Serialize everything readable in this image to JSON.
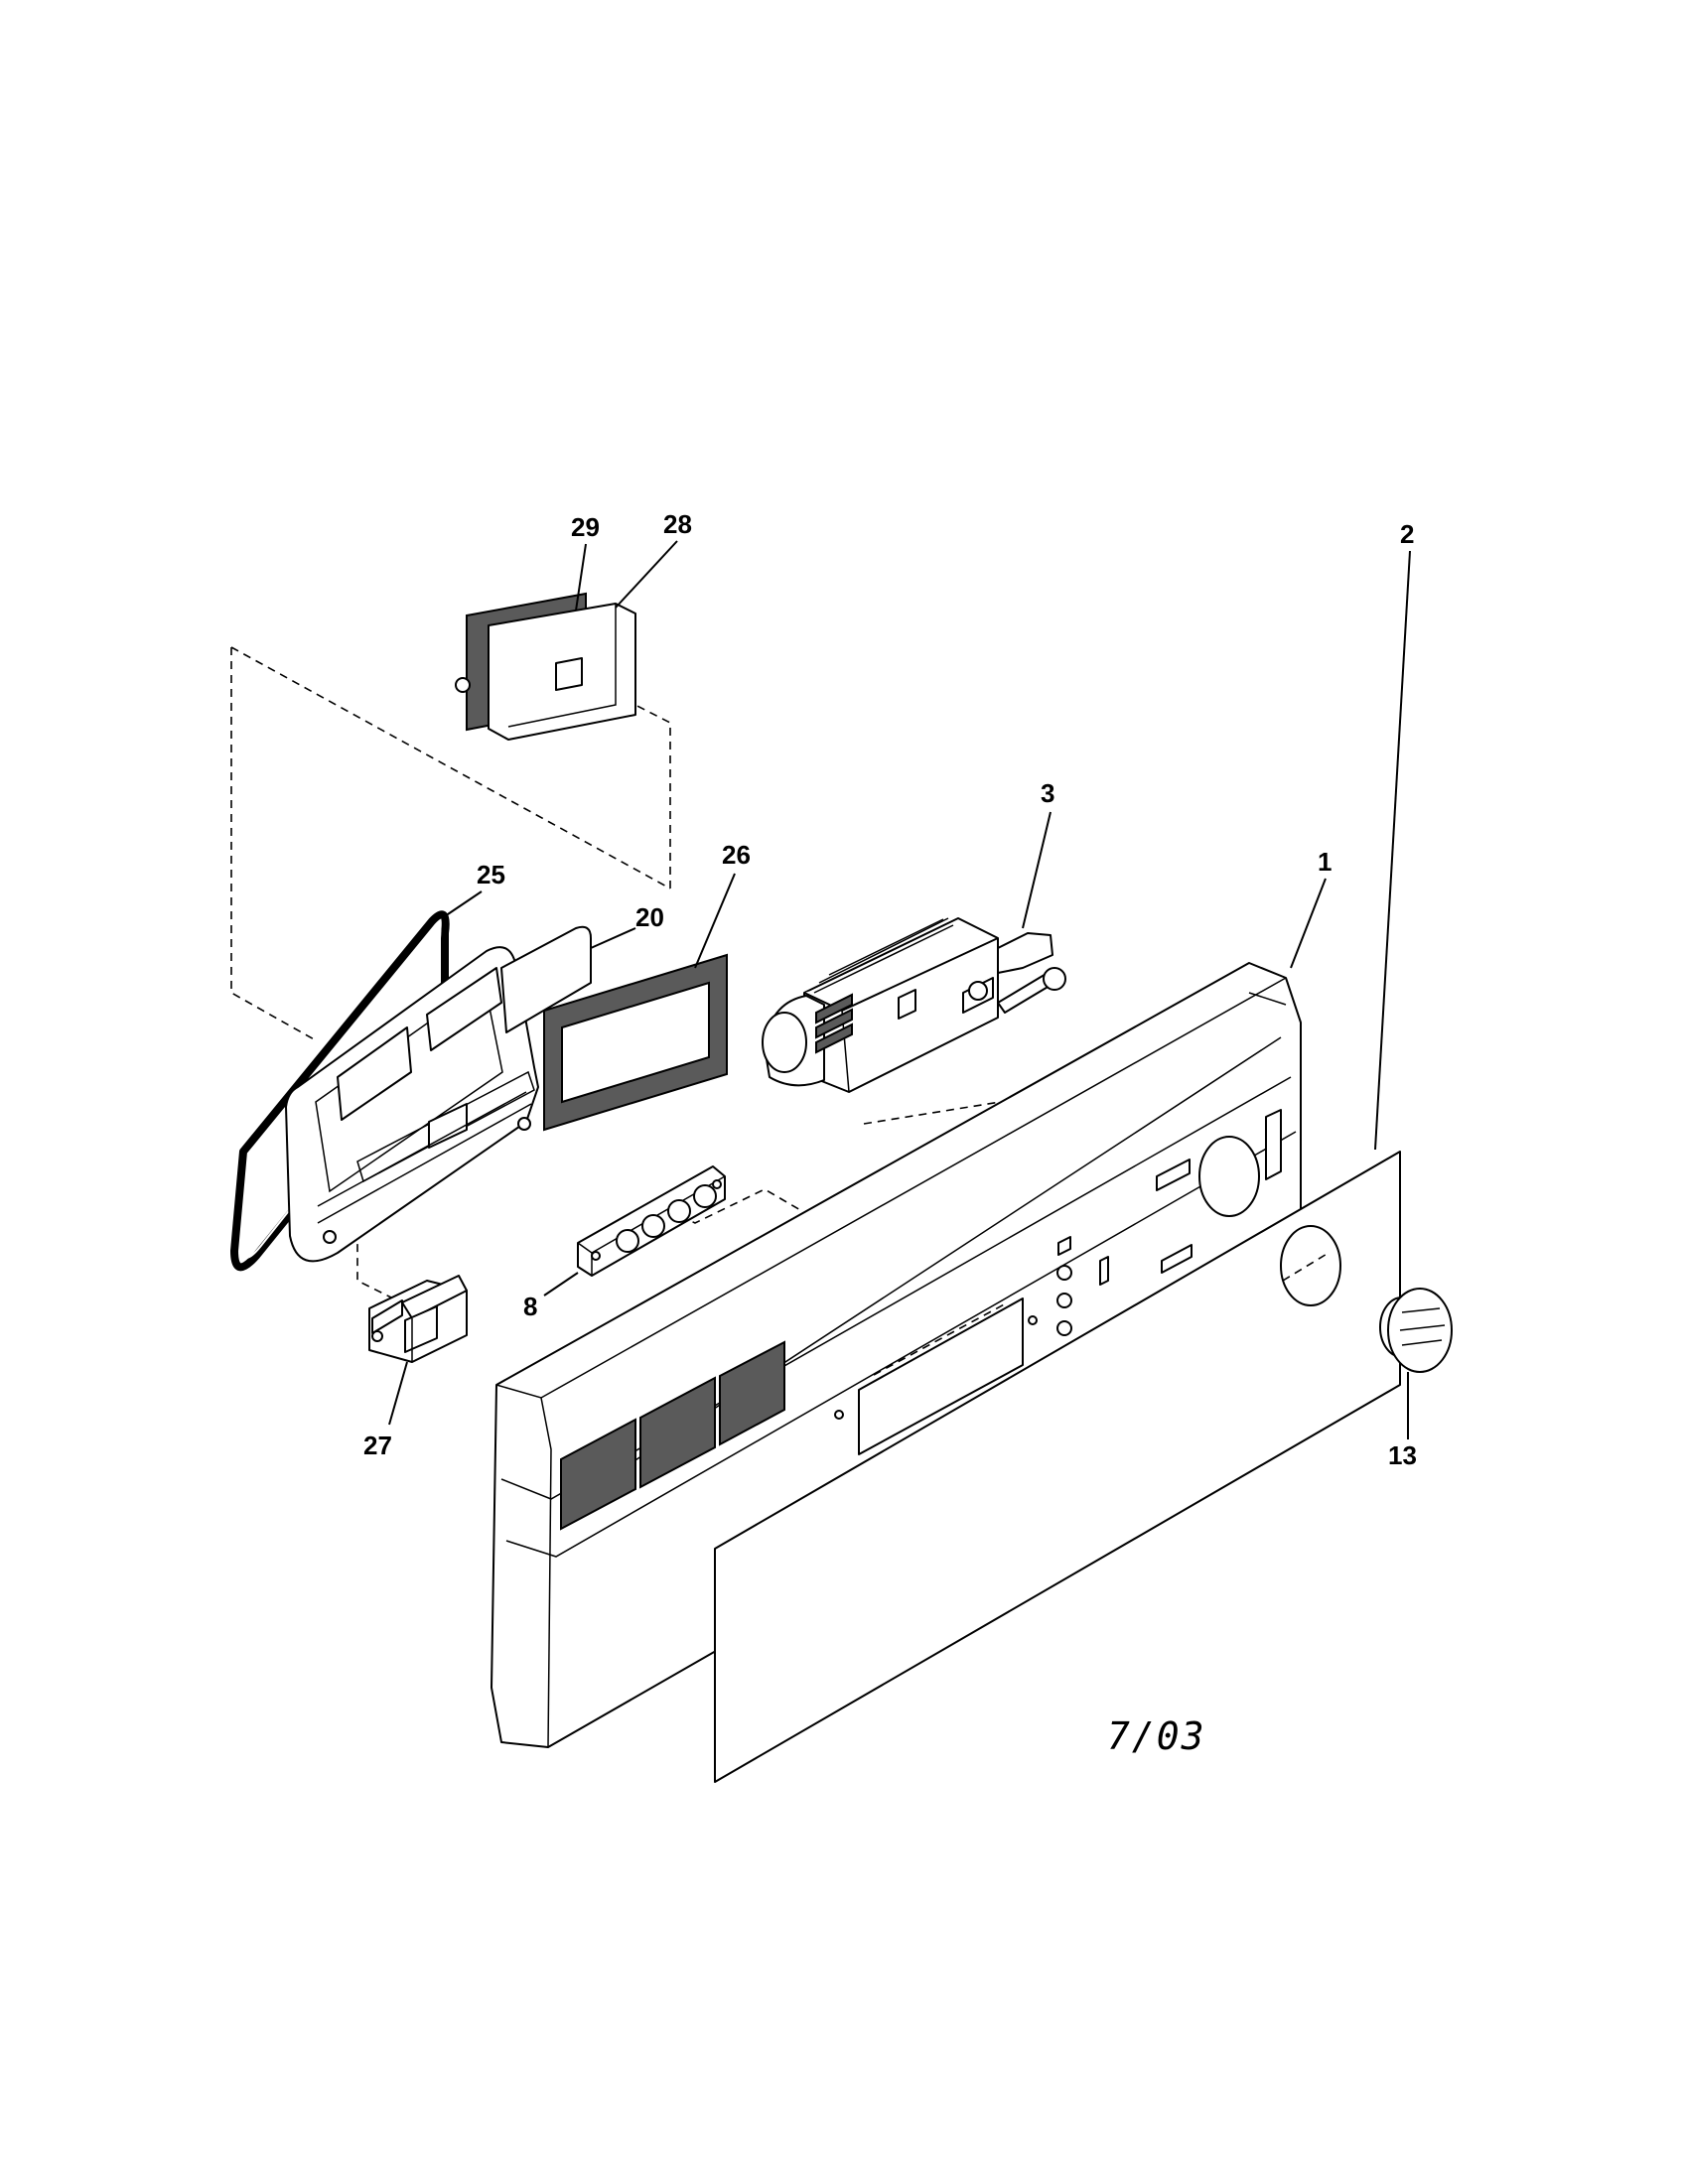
{
  "callouts": {
    "c1": "1",
    "c2": "2",
    "c3": "3",
    "c8": "8",
    "c13": "13",
    "c20": "20",
    "c25": "25",
    "c26": "26",
    "c27": "27",
    "c28": "28",
    "c29": "29"
  },
  "date_code": "7/03",
  "colors": {
    "line": "#000000",
    "background": "#ffffff",
    "gasket_fill": "#5a5a5a"
  }
}
